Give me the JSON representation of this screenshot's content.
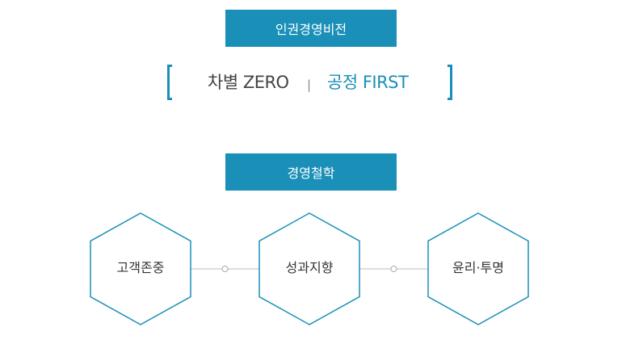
{
  "vision": {
    "banner": "인권경영비전",
    "slogan_left": "차별 ZERO",
    "divider": "|",
    "slogan_right": "공정 FIRST"
  },
  "philosophy": {
    "banner": "경영철학",
    "items": [
      {
        "label": "고객존중"
      },
      {
        "label": "성과지향"
      },
      {
        "label": "윤리·투명"
      }
    ]
  },
  "colors": {
    "accent": "#1a8fb8",
    "text_dark": "#444444",
    "connector": "#bbbbbb"
  }
}
